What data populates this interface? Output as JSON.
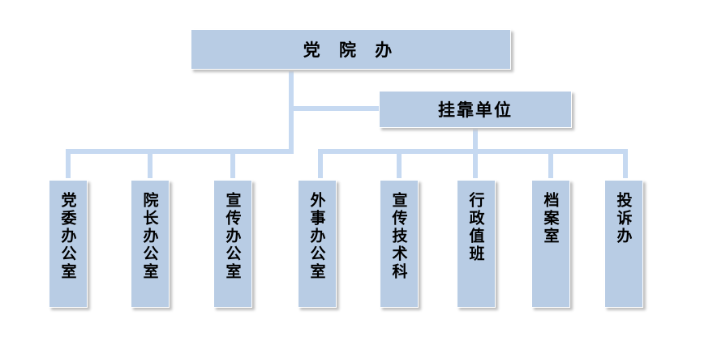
{
  "root": {
    "label": "党 院 办"
  },
  "affiliated": {
    "label": "挂靠单位"
  },
  "left_units": [
    {
      "label": "党委办公室"
    },
    {
      "label": "院长办公室"
    },
    {
      "label": "宣传办公室"
    }
  ],
  "right_units": [
    {
      "label": "外事办公室"
    },
    {
      "label": "宣传技术科"
    },
    {
      "label": "行政值班"
    },
    {
      "label": "档案室"
    },
    {
      "label": "投诉办"
    }
  ],
  "colors": {
    "box_fill": "#b8cce4",
    "connector": "#c6d9f1",
    "shadow": "#bfbfbf"
  }
}
